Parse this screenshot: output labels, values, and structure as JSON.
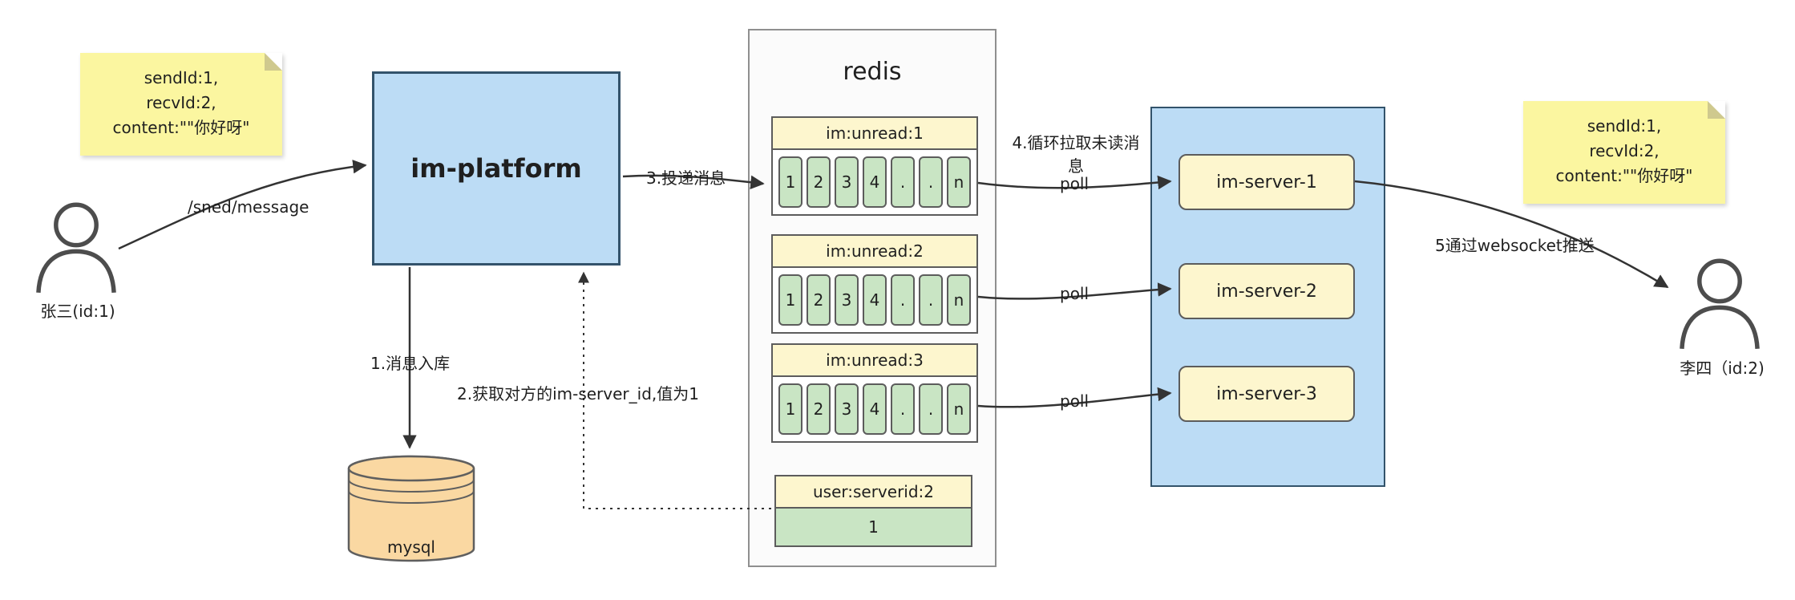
{
  "colors": {
    "canvas-bg": "#ffffff",
    "note-bg": "#fbf6a0",
    "note-fold": "#cfc98e",
    "blue-fill": "#bcdcf5",
    "blue-border": "#33536b",
    "yellow-fill": "#fdf6ce",
    "green-fill": "#c9e5c4",
    "orange-fill": "#fad8a2",
    "panel-bg": "#fbfbfb",
    "panel-border": "#8f8f8f",
    "box-border": "#5c5c5c",
    "arrow": "#333333",
    "text": "#1f1f1f"
  },
  "notes": {
    "left": {
      "lines": [
        "sendId:1,",
        "recvId:2,",
        "content:\"\"你好呀\""
      ]
    },
    "right": {
      "lines": [
        "sendId:1,",
        "recvId:2,",
        "content:\"\"你好呀\""
      ]
    }
  },
  "actors": {
    "sender": {
      "label": "张三(id:1)"
    },
    "receiver": {
      "label": "李四（id:2)"
    }
  },
  "platform": {
    "label": "im-platform"
  },
  "db": {
    "label": "mysql"
  },
  "redis": {
    "title": "redis",
    "queues": [
      {
        "header": "im:unread:1",
        "cells": [
          "1",
          "2",
          "3",
          "4",
          ".",
          ".",
          "n"
        ]
      },
      {
        "header": "im:unread:2",
        "cells": [
          "1",
          "2",
          "3",
          "4",
          ".",
          ".",
          "n"
        ]
      },
      {
        "header": "im:unread:3",
        "cells": [
          "1",
          "2",
          "3",
          "4",
          ".",
          ".",
          "n"
        ]
      }
    ],
    "mapping": {
      "header": "user:serverid:2",
      "value": "1"
    }
  },
  "servers": [
    {
      "label": "im-server-1"
    },
    {
      "label": "im-server-2"
    },
    {
      "label": "im-server-3"
    }
  ],
  "edges": {
    "send": "/sned/message",
    "store": "1.消息入库",
    "lookup": "2.获取对方的im-server_id,值为1",
    "deliver": "3.投递消息",
    "pull": "4.循环拉取未读消息",
    "poll": "poll",
    "push": "5通过websocket推送"
  }
}
